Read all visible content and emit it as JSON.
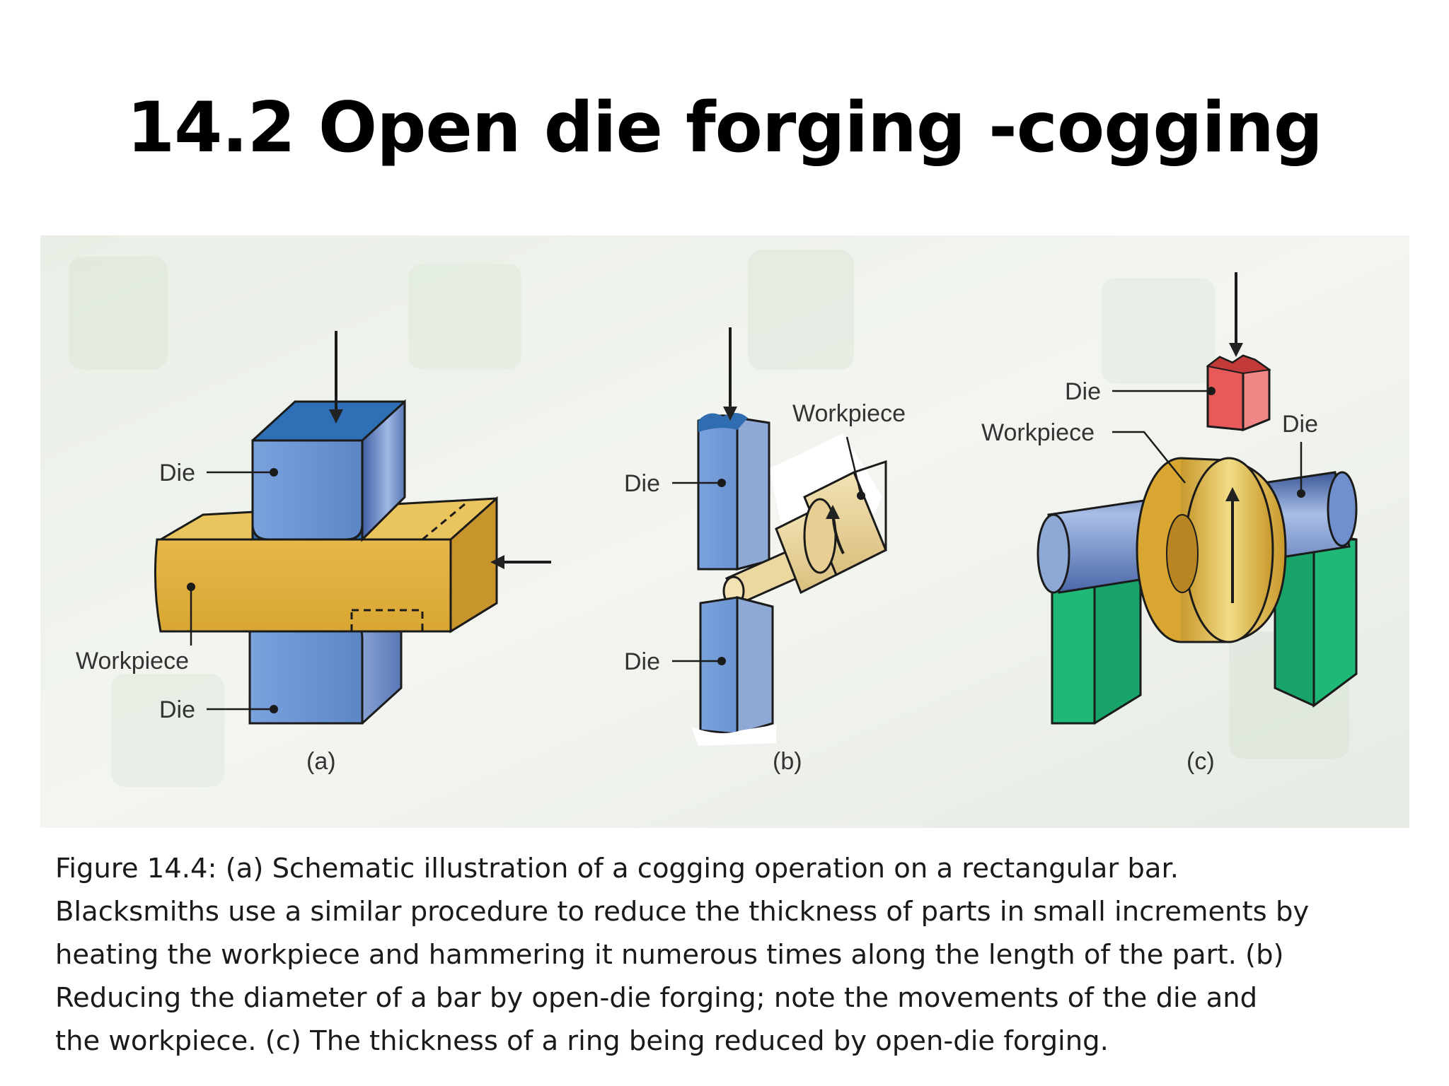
{
  "slide": {
    "title": "14.2 Open die forging -cogging"
  },
  "figure": {
    "panel_a": {
      "die_top": "Die",
      "workpiece": "Workpiece",
      "die_bottom": "Die",
      "caption": "(a)"
    },
    "panel_b": {
      "die_top": "Die",
      "workpiece": "Workpiece",
      "die_bottom": "Die",
      "caption": "(b)"
    },
    "panel_c": {
      "die_top": "Die",
      "workpiece": "Workpiece",
      "die_right": "Die",
      "caption": "(c)"
    },
    "colors": {
      "die_blue": "#6f9ad8",
      "workpiece_gold": "#e2b23c",
      "workpiece_light": "#ecd7a0",
      "support_green": "#19a86a",
      "die_red": "#e85a5a"
    }
  },
  "caption": {
    "lines": [
      "Figure 14.4: (a) Schematic illustration of a cogging operation on a rectangular bar.",
      "Blacksmiths use a similar procedure to reduce the thickness of parts in small increments by",
      "heating the workpiece and hammering it  numerous times along the length of the part. (b)",
      "Reducing the diameter of a bar by open-die forging; note the movements of the die and",
      "the workpiece. (c) The thickness of a ring being reduced by open-die forging."
    ]
  }
}
